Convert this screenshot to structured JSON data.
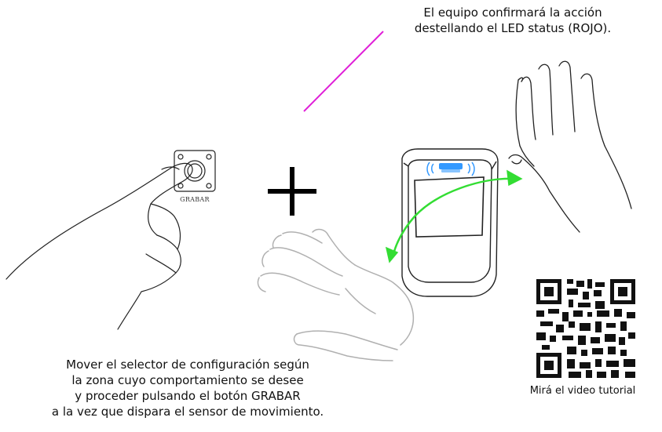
{
  "top_note": {
    "lines": [
      "El equipo confirmará la acción",
      "destellando el LED status (ROJO)."
    ]
  },
  "button_label": "GRABAR",
  "bottom_note": {
    "lines": [
      "Mover el selector de configuración según",
      "la zona cuyo comportamiento se desee",
      "y proceder pulsando el botón GRABAR",
      "a la vez que dispara el sensor de movimiento."
    ]
  },
  "qr_caption": "Mirá el video tutorial",
  "colors": {
    "pointer_line": "#e020d8",
    "motion_arrow": "#33dd33",
    "led": "#3399ff",
    "ghost_hand": "#b0b0b0"
  },
  "icons": [
    "finger-pressing-button-icon",
    "plus-icon",
    "waving-hand-icon",
    "sensor-device-icon",
    "led-status-icon",
    "raised-hand-icon",
    "qr-code-icon"
  ]
}
